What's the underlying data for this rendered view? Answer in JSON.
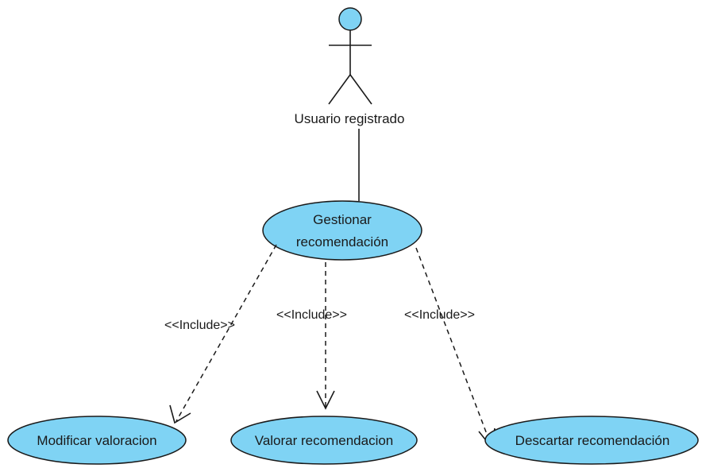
{
  "actor": {
    "name": "Usuario registrado",
    "fill": "#7fd3f4"
  },
  "use_cases": {
    "gestionar": {
      "line1": "Gestionar",
      "line2": "recomendación"
    },
    "modificar": "Modificar valoracion",
    "valorar": "Valorar recomendacion",
    "descartar": "Descartar recomendación"
  },
  "relations": {
    "include_left": "<<Include>>",
    "include_center": "<<Include>>",
    "include_right": "<<Include>>"
  },
  "colors": {
    "use_case_fill": "#7fd3f4",
    "stroke": "#1a1a1a"
  }
}
